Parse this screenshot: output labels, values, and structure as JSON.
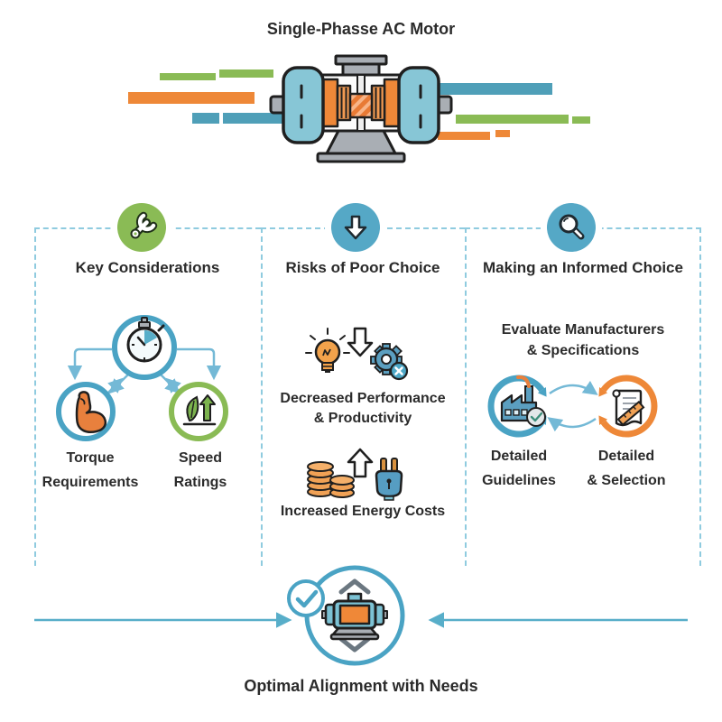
{
  "title": "Single-Phasse AC Motor",
  "palette": {
    "teal": "#55a8c6",
    "teal_ring": "#4aa3c4",
    "teal_light_arrow": "#74b9d6",
    "green": "#8abb55",
    "orange": "#ee8838",
    "gray": "#a9aeb4",
    "ink": "#2b2b2b",
    "dashed_border": "#8fcbdf"
  },
  "icons": {
    "considerations_header": "wrench-icon",
    "risks_header": "down-arrow-icon",
    "informed_header": "magnifier-icon",
    "considerations_hub": "stopwatch-icon",
    "torque": "bicep-icon",
    "speed": "leaf-growth-icon",
    "risk1_icons": "lightbulb-icon, down-arrow-icon, broken-gear-icon",
    "risk2_icons": "coin-stacks-icon, up-arrow-icon, plug-icon",
    "informed_left": "factory-check-icon",
    "informed_right": "document-ruler-icon",
    "footer_icons": "checkmark-icon, motor-icon, chevron-up-icon, chevron-down-icon"
  },
  "columns": {
    "considerations": {
      "heading": "Key Considerations",
      "torque": {
        "line1": "Torque",
        "line2": "Requirements"
      },
      "speed": {
        "line1": "Speed",
        "line2": "Ratings"
      }
    },
    "risks": {
      "heading": "Risks of Poor Choice",
      "risk1": {
        "line1": "Decreased Performance",
        "line2": "& Productivity"
      },
      "risk2": {
        "line1": "Increased Energy Costs"
      }
    },
    "informed": {
      "heading": "Making an Informed Choice",
      "sub": {
        "line1": "Evaluate Manufacturers",
        "line2": "& Specifications"
      },
      "guidelines": {
        "line1": "Detailed",
        "line2": "Guidelines"
      },
      "selection": {
        "line1": "Detailed",
        "line2": "& Selection"
      }
    }
  },
  "footer": {
    "label": "Optimal Alignment with Needs"
  }
}
